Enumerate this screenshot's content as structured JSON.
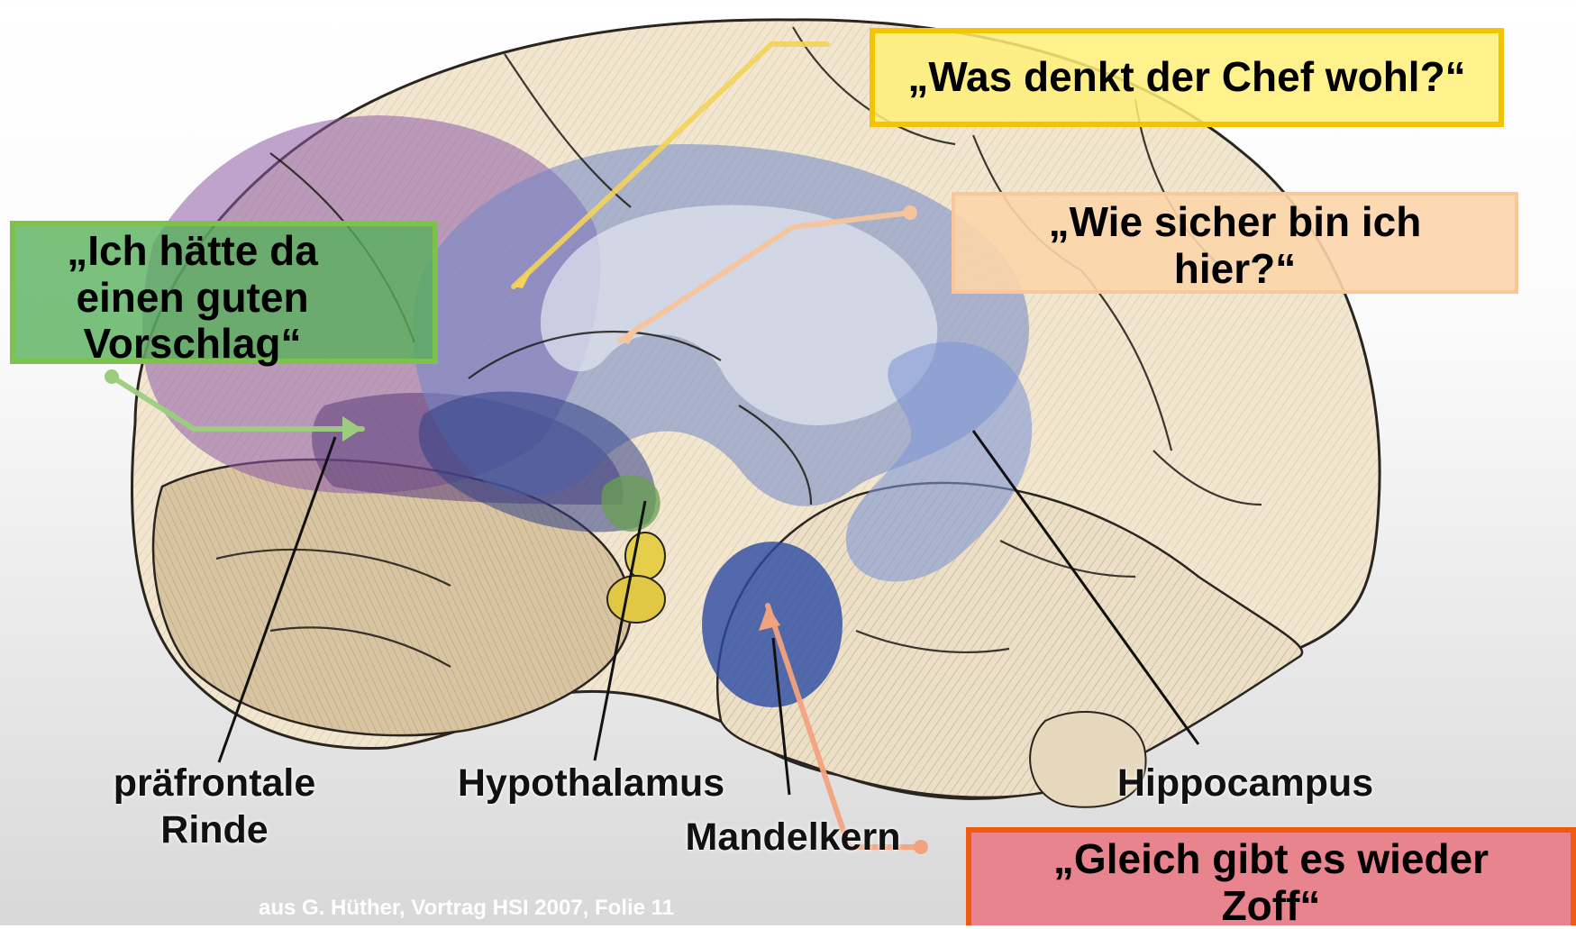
{
  "callouts": {
    "chef": "„Was denkt der Chef wohl?“",
    "sicher_line1": "„Wie sicher bin ich",
    "sicher_line2": "hier?“",
    "vorschlag_line1": "„Ich hätte da",
    "vorschlag_line2": "einen guten",
    "vorschlag_line3": "Vorschlag“",
    "zoff_line1": "„Gleich gibt es wieder",
    "zoff_line2": "Zoff“"
  },
  "labels": {
    "praefrontal_line1": "präfrontale",
    "praefrontal_line2": "Rinde",
    "hypothalamus": "Hypothalamus",
    "mandelkern": "Mandelkern",
    "hippocampus": "Hippocampus"
  },
  "source": "aus G. Hüther, Vortrag HSI 2007, Folie 11",
  "colors": {
    "chef_border": "#f5c400",
    "sicher_fill": "#fcd5aa",
    "vorschlag_fill": "#56b05a",
    "zoff_border": "#f05a10",
    "limbic_blue": "#6f86c9",
    "prefrontal_purple": "#8e5aa6"
  }
}
